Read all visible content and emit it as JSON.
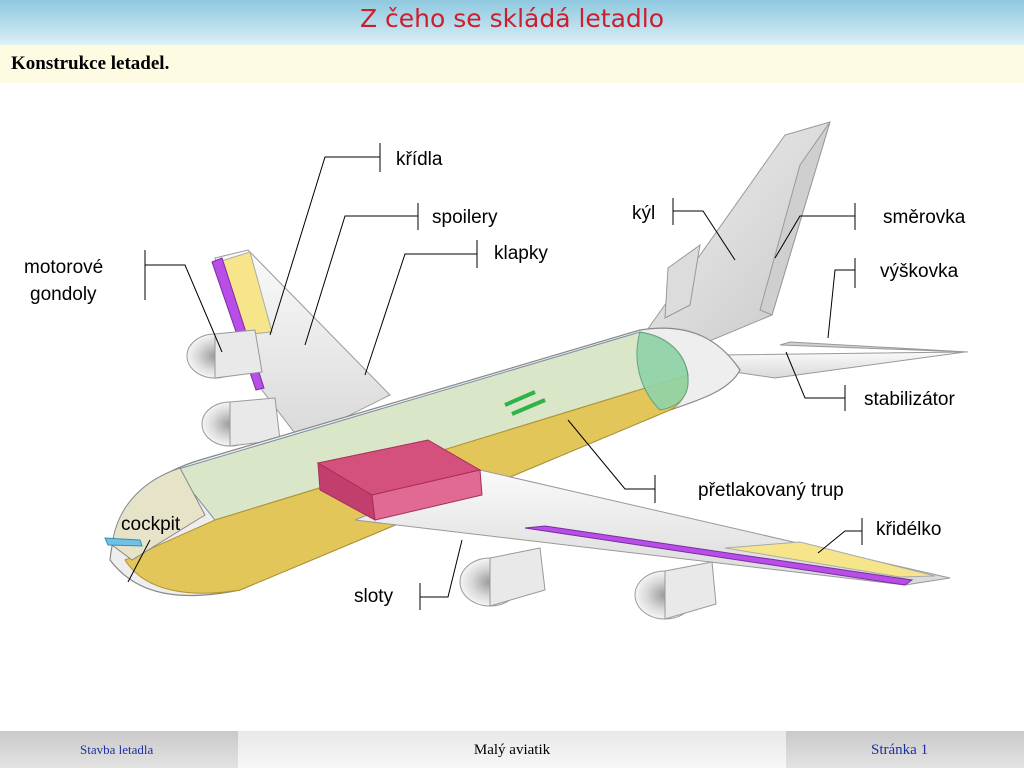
{
  "header": {
    "title": "Z čeho se skládá letadlo",
    "subtitle": "Konstrukce letadel."
  },
  "labels": {
    "kridla": "křídla",
    "spoilery": "spoilery",
    "klapky": "klapky",
    "motorove": "motorové",
    "gondoly": "gondoly",
    "kyl": "kýl",
    "smerovka": "směrovka",
    "vyskovka": "výškovka",
    "stabilizator": "stabilizátor",
    "pretlakovany_trup": "přetlakovaný trup",
    "kridelko": "křidélko",
    "cockpit": "cockpit",
    "sloty": "sloty"
  },
  "footer": {
    "left": "Stavba  letadla",
    "center": "Malý aviatik",
    "right": "Stránka 1"
  },
  "colors": {
    "title": "#cc1f2e",
    "footer_text": "#1f2ea0",
    "fuselage_top": "#d9e6c8",
    "fuselage_bottom": "#e2c65a",
    "control_surface": "#b84de8",
    "wing_highlight": "#f6e58a",
    "pressure_bulkhead": "#8fd4a8",
    "wing_box": "#d4507d"
  }
}
